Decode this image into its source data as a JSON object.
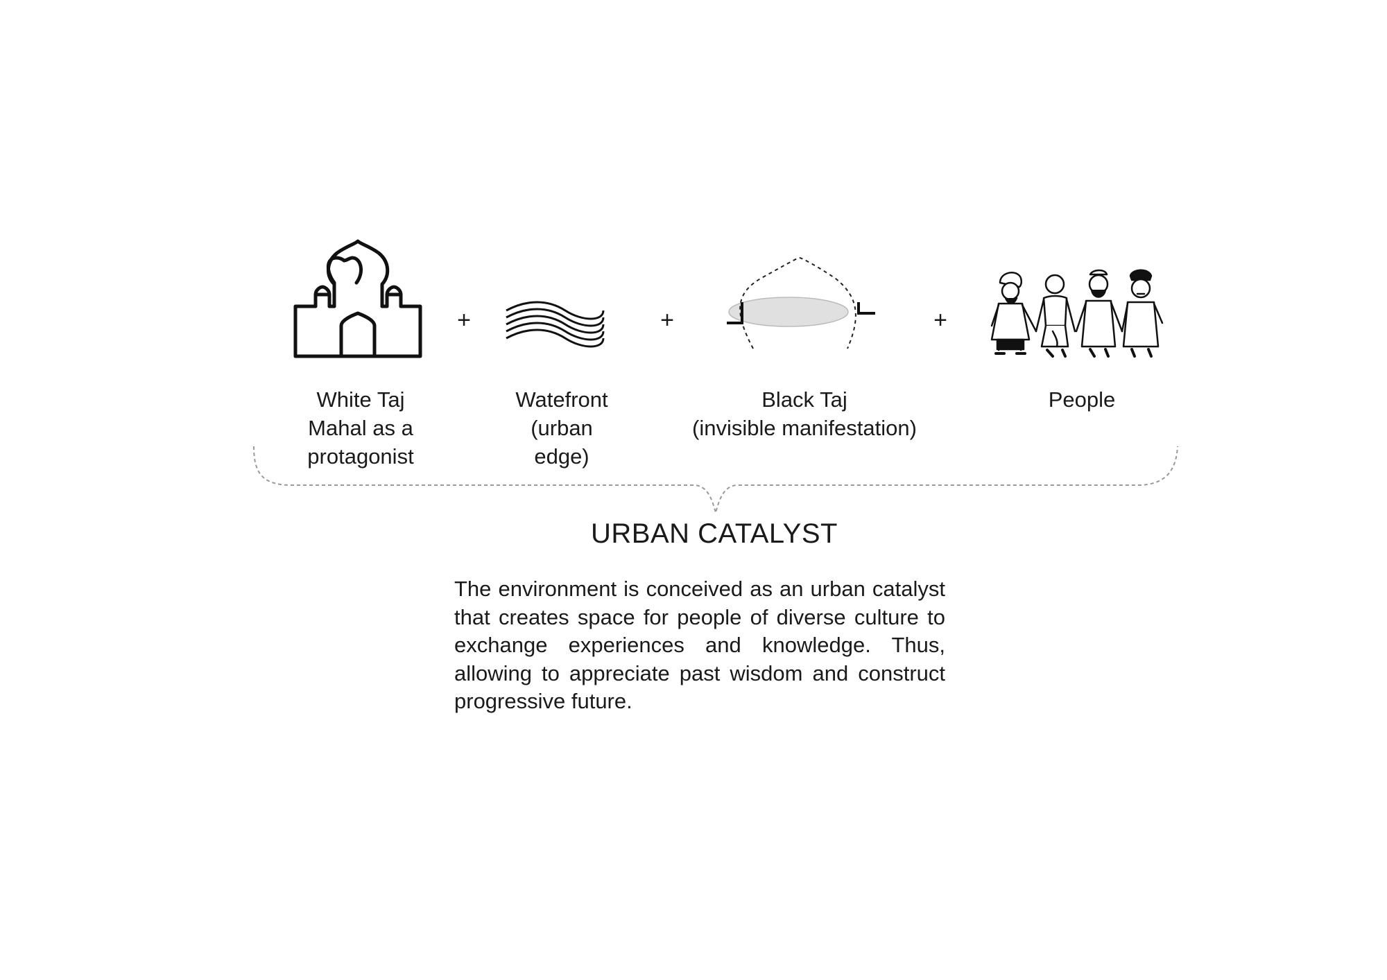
{
  "diagram": {
    "elements": [
      {
        "id": "white-taj",
        "lines": [
          "White Taj",
          "Mahal as a",
          "protagonist"
        ],
        "icon": "taj-mahal-icon"
      },
      {
        "id": "waterfront",
        "lines": [
          "Watefront",
          "(urban",
          "edge)"
        ],
        "icon": "waves-icon"
      },
      {
        "id": "black-taj",
        "lines": [
          "Black Taj",
          "(invisible manifestation)"
        ],
        "icon": "dome-outline-icon"
      },
      {
        "id": "people",
        "lines": [
          "People"
        ],
        "icon": "people-group-icon"
      }
    ],
    "operator": "+",
    "result_title": "URBAN CATALYST",
    "description": "The environment is conceived as an urban catalyst that creates space for people of diverse culture to exchange experiences and knowledge. Thus, allowing to appreciate past wisdom and construct progressive future."
  },
  "colors": {
    "ink": "#1a1a1a",
    "brace": "#999999",
    "ellipse_fill": "#e0e0e0"
  }
}
